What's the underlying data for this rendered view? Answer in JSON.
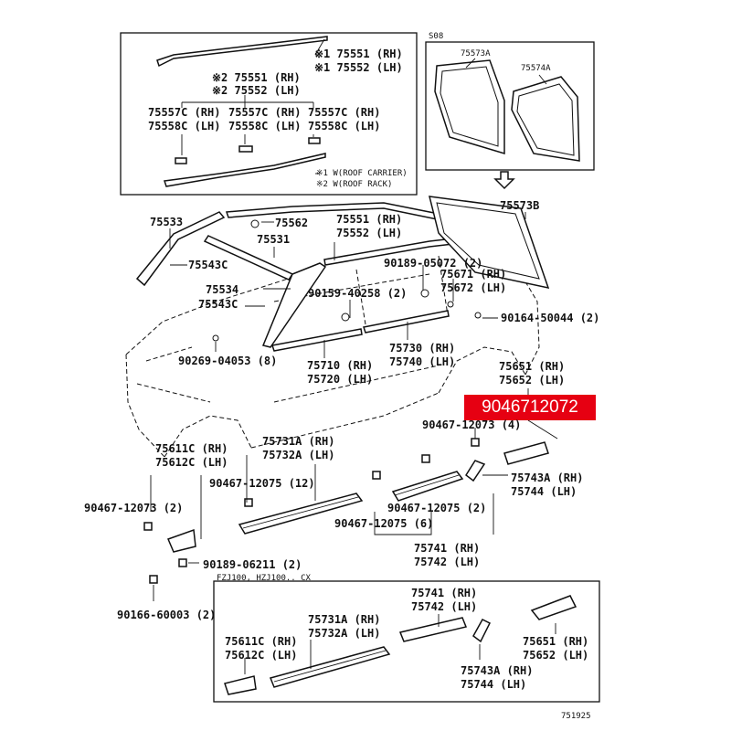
{
  "inset_left": {
    "rh_roof": "※1 75551 (RH)",
    "lh_roof": "※1 75552 (LH)",
    "rh_rack": "※2 75551 (RH)",
    "lh_rack": "※2 75552 (LH)",
    "c_rh_1": "75557C (RH)",
    "c_lh_1": "75558C (LH)",
    "c_rh_2": "75557C (RH)",
    "c_lh_2": "75558C (LH)",
    "c_rh_3": "75557C (RH)",
    "c_lh_3": "75558C (LH)",
    "note1": "※1 W(ROOF CARRIER)",
    "note2": "※2 W(ROOF RACK)"
  },
  "inset_right": {
    "tag": "S08",
    "p1": "75573A",
    "p2": "75574A"
  },
  "main": {
    "l_75573b": "75573B",
    "l_75533": "75533",
    "l_75562": "75562",
    "l_75551": "75551 (RH)",
    "l_75552": "75552 (LH)",
    "l_75531": "75531",
    "l_75543c_1": "75543C",
    "l_90189_05072": "90189-05072 (2)",
    "l_75671": "75671 (RH)",
    "l_75672": "75672 (LH)",
    "l_75534": "75534",
    "l_75543c_2": "75543C",
    "l_90159": "90159-40258 (2)",
    "l_90164": "90164-50044 (2)",
    "l_90269": "90269-04053 (8)",
    "l_75710": "75710 (RH)",
    "l_75720": "75720 (LH)",
    "l_75730": "75730 (RH)",
    "l_75740": "75740 (LH)",
    "l_75651": "75651 (RH)",
    "l_75652": "75652 (LH)",
    "highlight": "9046712072",
    "l_90467_12073_4": "90467-12073 (4)",
    "l_75611c": "75611C (RH)",
    "l_75612c": "75612C (LH)",
    "l_75731a": "75731A (RH)",
    "l_75732a": "75732A (LH)",
    "l_90467_12075_12": "90467-12075 (12)",
    "l_75743a": "75743A (RH)",
    "l_75744": "75744 (LH)",
    "l_90467_12073_2": "90467-12073 (2)",
    "l_90467_12075_2": "90467-12075 (2)",
    "l_90467_12075_6": "90467-12075 (6)",
    "l_75741": "75741 (RH)",
    "l_75742": "75742 (LH)",
    "l_90189_06211": "90189-06211 (2)",
    "l_90166": "90166-60003 (2)"
  },
  "inset_bottom": {
    "models": "FZJ100, HZJ100.. CX",
    "l_75741": "75741 (RH)",
    "l_75742": "75742 (LH)",
    "l_75731a": "75731A (RH)",
    "l_75732a": "75732A (LH)",
    "l_75611c": "75611C (RH)",
    "l_75612c": "75612C (LH)",
    "l_75743a": "75743A (RH)",
    "l_75744": "75744 (LH)",
    "l_75651": "75651 (RH)",
    "l_75652": "75652 (LH)"
  },
  "figure_number": "751925"
}
